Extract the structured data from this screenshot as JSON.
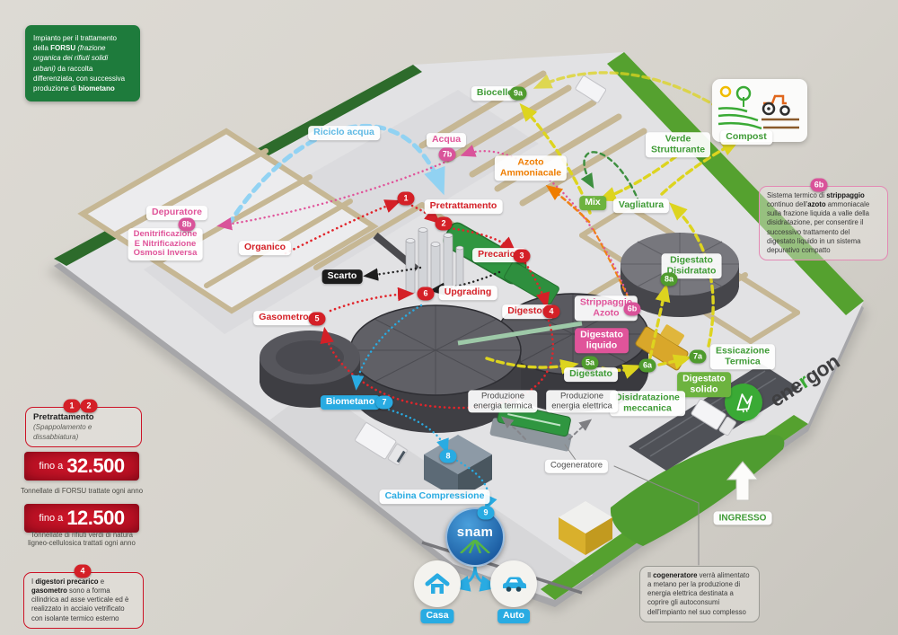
{
  "intro": {
    "p1": "Impianto per il trattamento della ",
    "b1": "FORSU",
    "i1": " (frazione organica dei rifiuti solidi urbani)",
    "p2": " da raccolta differenziata, con successiva produzione di ",
    "b2": "biometano"
  },
  "labels": {
    "riciclo_acqua": "Riciclo acqua",
    "acqua": "Acqua",
    "biocelle": "Biocelle",
    "azoto_ammoniacale": "Azoto\nAmmoniacale",
    "verde_strutturante": "Verde\nStrutturante",
    "compost": "Compost",
    "mix": "Mix",
    "vagliatura": "Vagliatura",
    "depuratore": "Depuratore",
    "denitrificazione": "Denitrificazione\nE Nitrificazione\nOsmosi Inversa",
    "pretrattamento": "Pretrattamento",
    "organico": "Organico",
    "scarto": "Scarto",
    "precarico": "Precarico",
    "upgrading": "Upgrading",
    "gasometro": "Gasometro",
    "digestori": "Digestori",
    "strippaggio_azoto": "Strippaggio\nAzoto",
    "digestato_liquido": "Digestato\nliquido",
    "digestato_disidratato": "Digestato\nDisidratato",
    "essicazione_termica": "Essicazione\nTermica",
    "digestato": "Digestato",
    "digestato_solido": "Digestato\nsolido",
    "disidratazione_meccanica": "Disidratazione\nmeccanica",
    "produzione_termica": "Produzione\nenergia termica",
    "produzione_elettrica": "Produzione\nenergia elettrica",
    "cogeneratore": "Cogeneratore",
    "cabina_compressione": "Cabina Compressione",
    "biometano": "Biometano",
    "casa": "Casa",
    "auto": "Auto",
    "ingresso": "INGRESSO"
  },
  "badges": {
    "n1": "1",
    "n2": "2",
    "n3": "3",
    "n4": "4",
    "n5": "5",
    "n6": "6",
    "n7": "7",
    "n8": "8",
    "n9": "9",
    "p7b": "7b",
    "p8b": "8b",
    "p6b": "6b",
    "g5a": "5a",
    "g6a": "6a",
    "g7a": "7a",
    "g8a": "8a",
    "g9a": "9a"
  },
  "notes": {
    "pretrattamento": {
      "title": "Pretrattamento",
      "subtitle": "(Spappolamento e dissabbiatura)"
    },
    "digestori": {
      "p1": "I ",
      "b1": "digestori precarico",
      "p2": " e ",
      "b2": "gasometro",
      "p3": " sono a forma cilindrica ad asse verticale ed è realizzato in acciaio vetrificato con isolante termico esterno"
    },
    "strippaggio": {
      "p1": "Sistema termico di ",
      "b1": "strippaggio",
      "p2": " continuo dell'",
      "b2": "azoto",
      "p3": " ammoniacale sulla frazione liquida a valle della disidratazione, per consentire il successivo trattamento del digestato liquido in un sistema depurativo compatto"
    },
    "cogeneratore": {
      "p1": "Il ",
      "b1": "cogeneratore",
      "p2": " verrà alimentato a metano per la produzione di energia elettrica destinata a coprire gli autoconsumi dell'impianto nel suo complesso"
    }
  },
  "stats": [
    {
      "prefix": "fino a",
      "value": "32.500",
      "caption": "Tonnellate di FORSU trattate ogni anno"
    },
    {
      "prefix": "fino a",
      "value": "12.500",
      "caption": "Tonnellate di rifiuti verdi di natura\nligneo-cellulosica trattati ogni anno"
    }
  ],
  "logos": {
    "snam": "snam",
    "energon_pre": "ene",
    "energon_green": "r",
    "energon_post": "gon"
  },
  "colors": {
    "brand_green": "#1e7b3c",
    "stat_red": "#c31326",
    "pink": "#d9539a",
    "blue": "#29abe2",
    "label_green": "#3f9b36",
    "orange": "#ef7d00"
  }
}
